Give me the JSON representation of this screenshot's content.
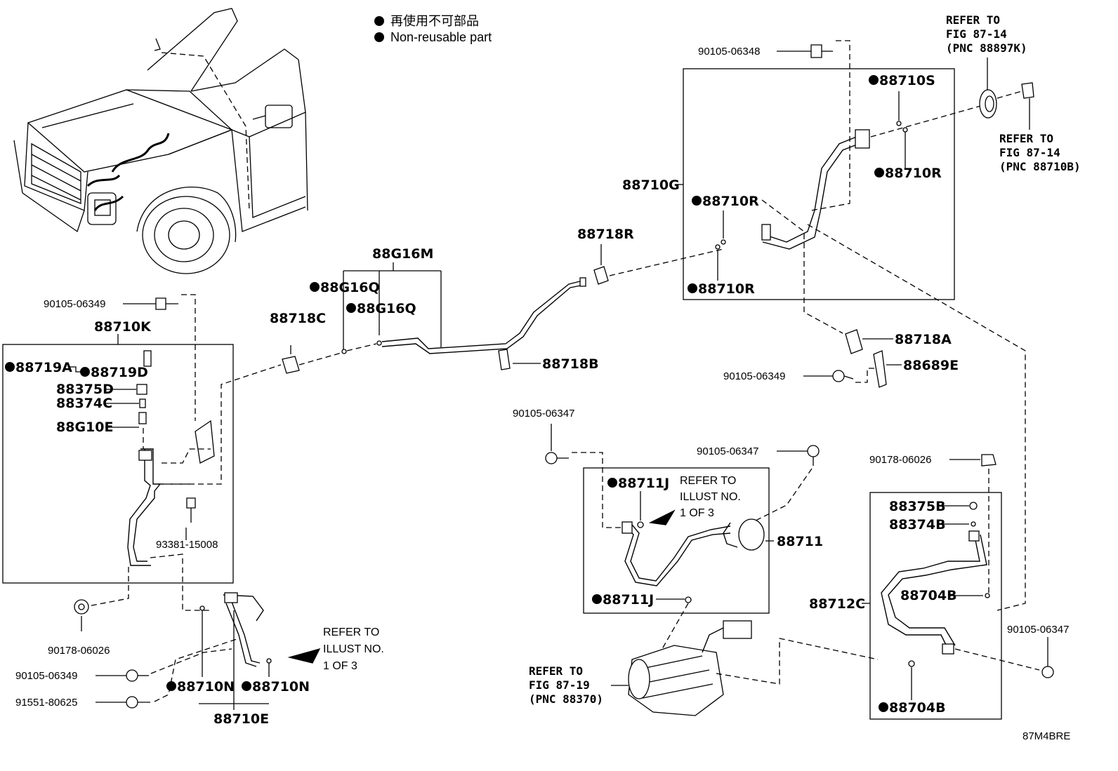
{
  "legend": {
    "line1": "再使用不可部品",
    "line2": "Non-reusable part"
  },
  "labels": {
    "b90105_06348": "90105-06348",
    "b90105_06349_top": "90105-06349",
    "b88710K": "88710K",
    "b88719A": "88719A",
    "b88719D": "88719D",
    "b88375D": "88375D",
    "b88374C": "88374C",
    "b88G10E": "88G10E",
    "b93381_15008": "93381-15008",
    "b90178_06026_left": "90178-06026",
    "b90105_06349_bottom": "90105-06349",
    "b91551_80625": "91551-80625",
    "b88710N_1": "88710N",
    "b88710N_2": "88710N",
    "b88710E": "88710E",
    "b88718C": "88718C",
    "b88G16M": "88G16M",
    "b88G16Q_1": "88G16Q",
    "b88G16Q_2": "88G16Q",
    "b88718B": "88718B",
    "b88718R": "88718R",
    "b88710G": "88710G",
    "b88710S": "88710S",
    "b88710R_1": "88710R",
    "b88710R_2": "88710R",
    "b88710R_3": "88710R",
    "b88718A": "88718A",
    "b88689E": "88689E",
    "b90105_06349_mid": "90105-06349",
    "b90105_06347_a": "90105-06347",
    "b90105_06347_b": "90105-06347",
    "b88711J_1": "88711J",
    "b88711J_2": "88711J",
    "b88711": "88711",
    "b90178_06026_right": "90178-06026",
    "b88375B": "88375B",
    "b88374B": "88374B",
    "b88704B_1": "88704B",
    "b88704B_2": "88704B",
    "b88712C": "88712C",
    "b90105_06347_c": "90105-06347"
  },
  "refs": {
    "top1": "REFER TO",
    "top2": "FIG 87-14",
    "top3": "(PNC 88897K)",
    "right1": "REFER TO",
    "right2": "FIG 87-14",
    "right3": "(PNC 88710B)",
    "comp1": "REFER TO",
    "comp2": "FIG 87-19",
    "comp3": "(PNC 88370)",
    "illust_a1": "REFER TO",
    "illust_a2": "ILLUST NO.",
    "illust_a3": "1 OF 3",
    "illust_b1": "REFER TO",
    "illust_b2": "ILLUST NO.",
    "illust_b3": "1 OF 3"
  },
  "figure_code": "87M4BRE"
}
